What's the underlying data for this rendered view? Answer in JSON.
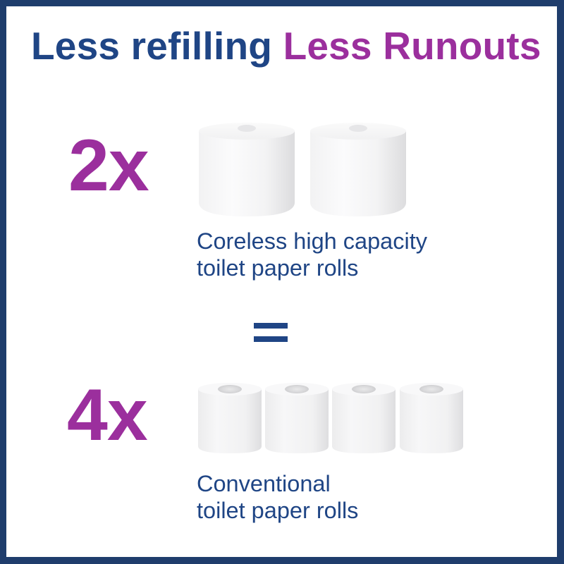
{
  "headline": {
    "part1": "Less refilling",
    "part2": "Less Runouts"
  },
  "coreless": {
    "multiplier": "2x",
    "roll_count": 2,
    "label_line1": "Coreless high capacity",
    "label_line2": "toilet paper rolls"
  },
  "equals": {
    "symbol": "="
  },
  "conventional": {
    "multiplier": "4x",
    "roll_count": 4,
    "label_line1": "Conventional",
    "label_line2": "toilet paper rolls"
  },
  "colors": {
    "frame": "#1f3d6c",
    "navy_text": "#1f4585",
    "purple_accent": "#9b2f9d",
    "background": "#ffffff"
  }
}
